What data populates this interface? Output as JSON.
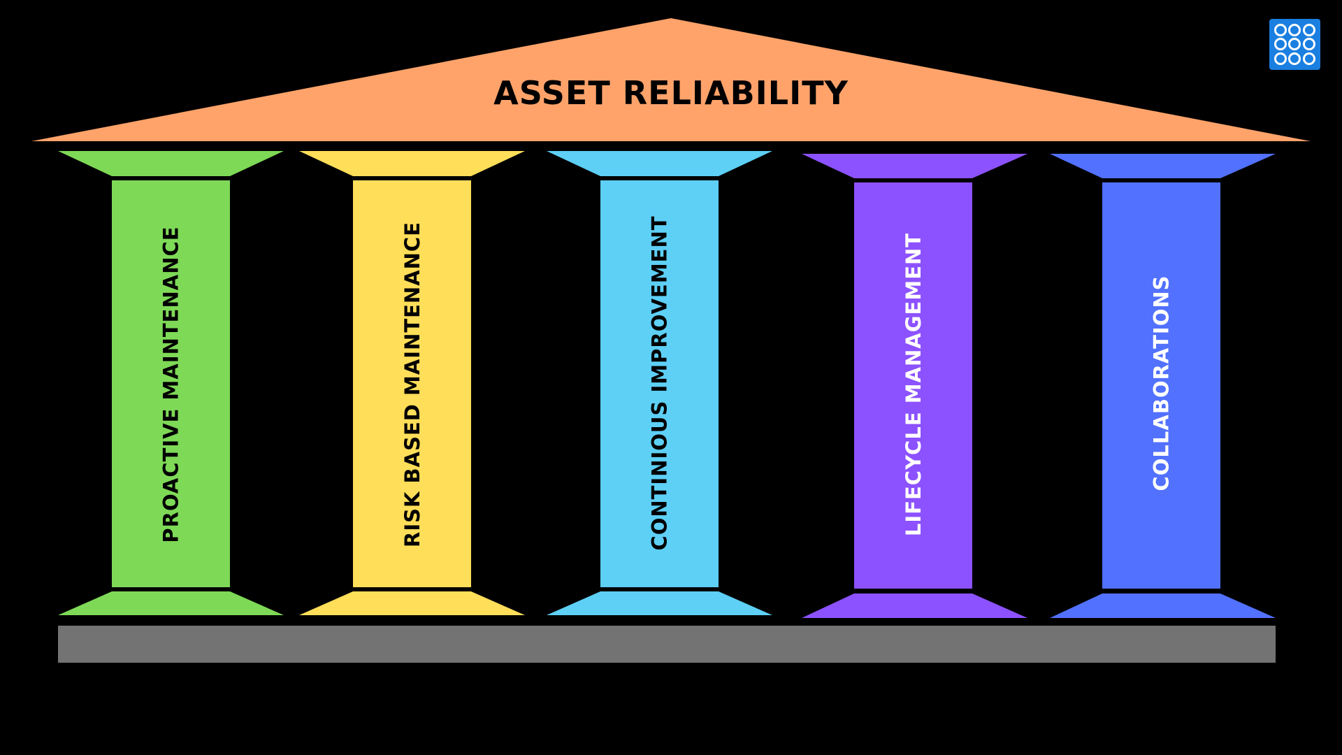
{
  "roof": {
    "title": "ASSET RELIABILITY",
    "color": "#ffa36b"
  },
  "pillars": [
    {
      "label": "PROACTIVE MAINTENANCE",
      "color": "#7ed957",
      "text_color": "#000000"
    },
    {
      "label": "RISK BASED MAINTENANCE",
      "color": "#ffde59",
      "text_color": "#000000"
    },
    {
      "label": "CONTINIOUS IMPROVEMENT",
      "color": "#5ecff5",
      "text_color": "#000000"
    },
    {
      "label": "LIFECYCLE MANAGEMENT",
      "color": "#8c52ff",
      "text_color": "#ffffff"
    },
    {
      "label": "COLLABORATIONS",
      "color": "#5271ff",
      "text_color": "#ffffff"
    }
  ],
  "base": {
    "color": "#737373"
  },
  "corner_icon": {
    "name": "grid-menu-icon",
    "color": "#1a7fe0"
  }
}
